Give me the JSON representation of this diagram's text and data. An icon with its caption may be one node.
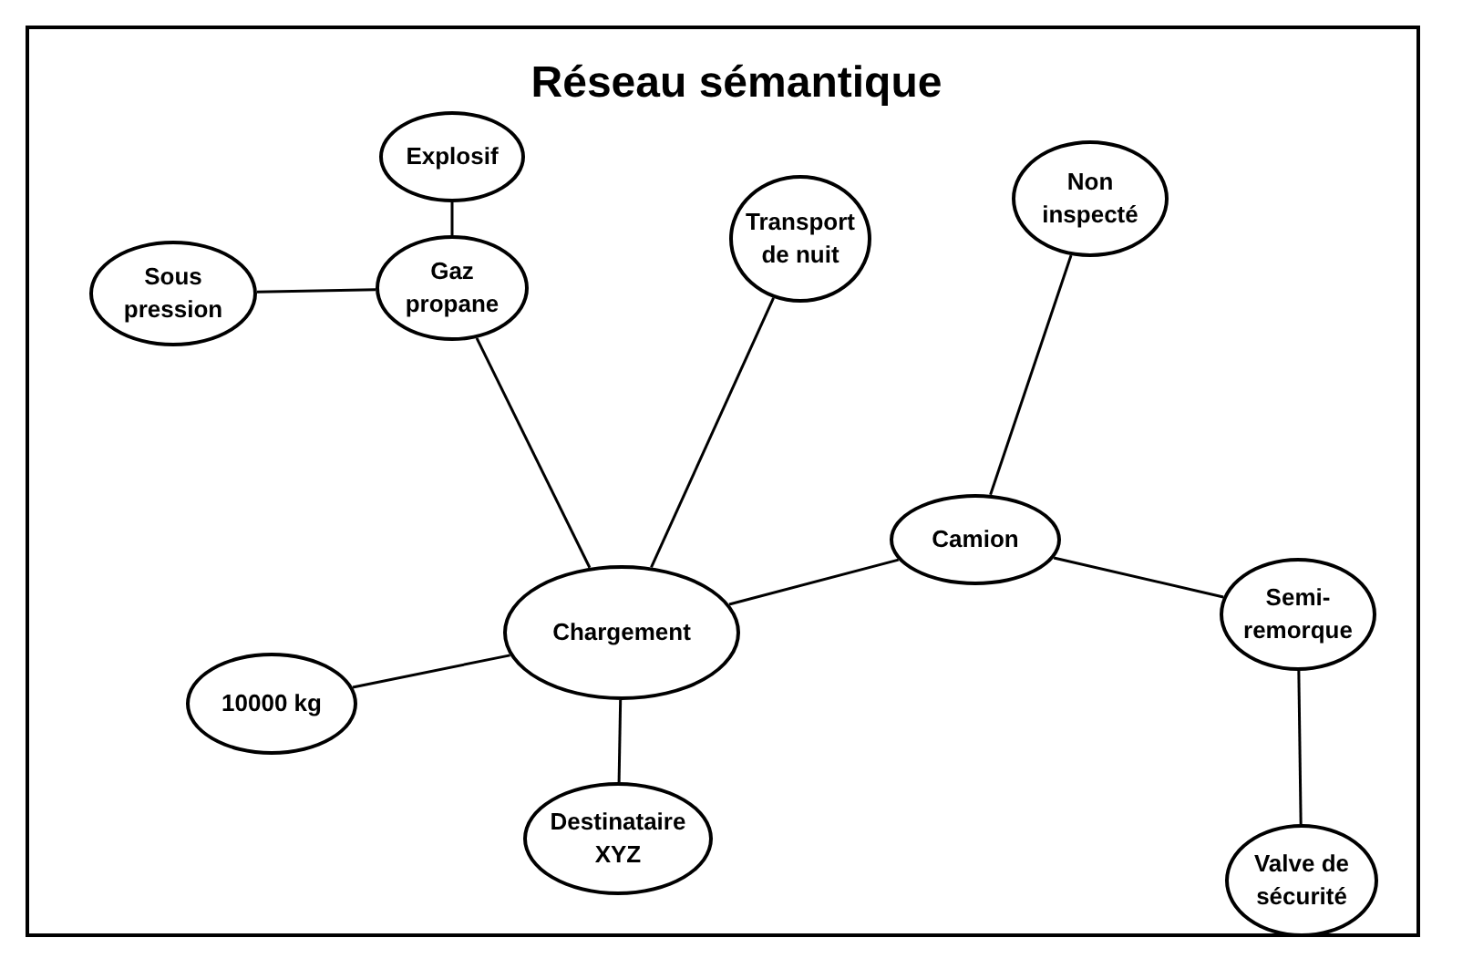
{
  "diagram": {
    "title": "Réseau sémantique",
    "nodes": [
      {
        "text": [
          "Explosif"
        ]
      },
      {
        "text": [
          "Sous pression"
        ]
      },
      {
        "text": [
          "Gaz propane"
        ]
      },
      {
        "text": [
          "Transport de nuit"
        ]
      },
      {
        "text": [
          "Non inspecté"
        ]
      },
      {
        "text": [
          "Camion"
        ]
      },
      {
        "text": [
          "Chargement"
        ]
      },
      {
        "text": [
          "Semi-remorque"
        ]
      },
      {
        "text": [
          "10000 kg"
        ]
      },
      {
        "text": [
          "Destinataire XYZ"
        ]
      },
      {
        "text": [
          "Valve de sécurité"
        ]
      }
    ],
    "edges": [
      {
        "from": 0,
        "to": 2,
        "arrow": "none"
      },
      {
        "from": 1,
        "to": 2,
        "arrow": "none"
      },
      {
        "from": 2,
        "to": 6,
        "arrow": "none"
      },
      {
        "from": 3,
        "to": 6,
        "arrow": "none"
      },
      {
        "from": 4,
        "to": 5,
        "arrow": "none"
      },
      {
        "from": 6,
        "to": 5,
        "arrow": "none"
      },
      {
        "from": 5,
        "to": 7,
        "arrow": "none"
      },
      {
        "from": 8,
        "to": 6,
        "arrow": "none"
      },
      {
        "from": 9,
        "to": 6,
        "arrow": "none"
      },
      {
        "from": 7,
        "to": 10,
        "arrow": "none"
      }
    ]
  }
}
